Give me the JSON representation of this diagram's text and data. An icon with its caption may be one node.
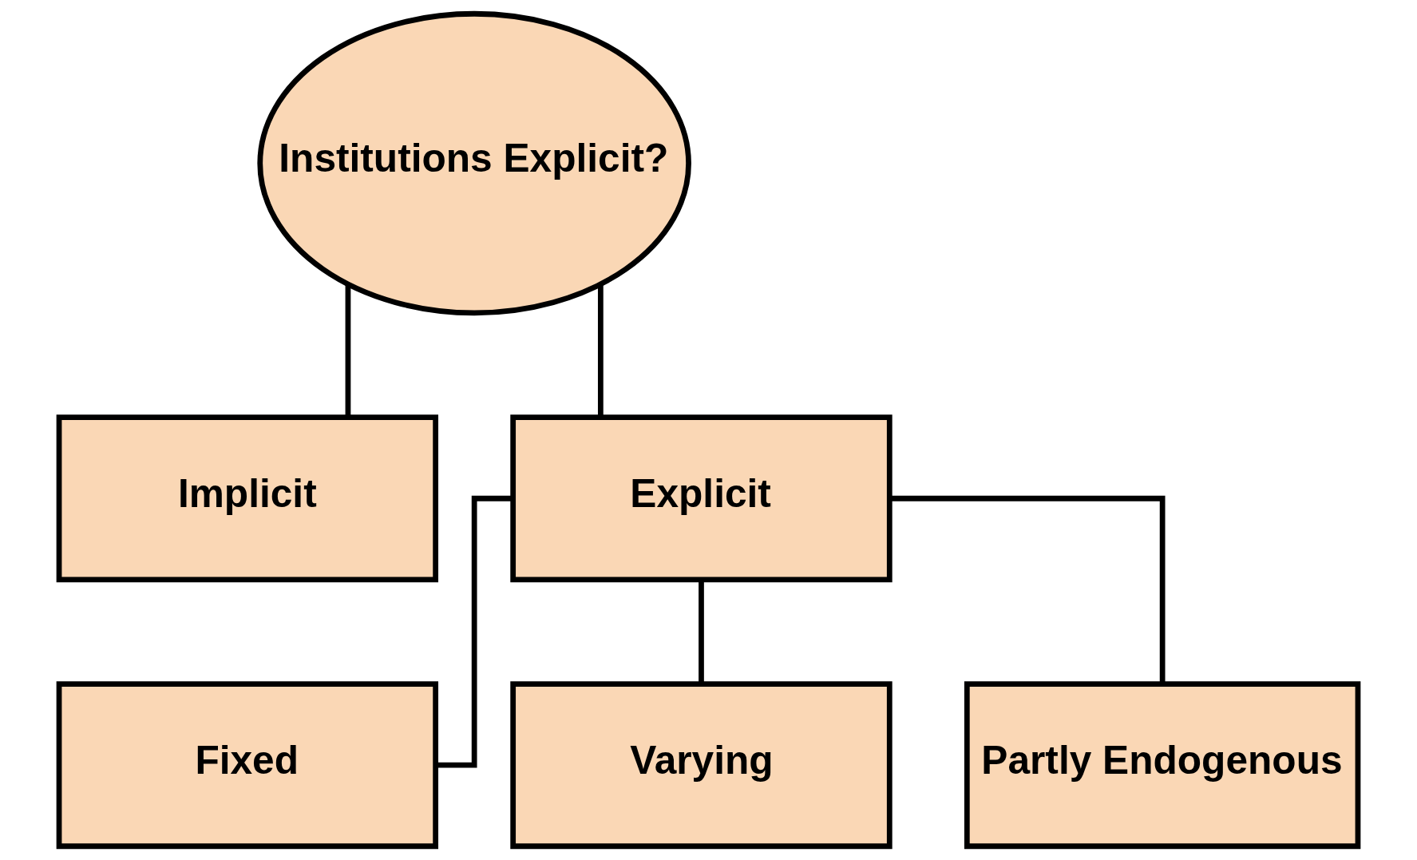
{
  "diagram": {
    "nodes": [
      {
        "text": [
          "Institutions Explicit?"
        ]
      },
      {
        "text": [
          "Implicit"
        ]
      },
      {
        "text": [
          "Explicit"
        ]
      },
      {
        "text": [
          "Fixed"
        ]
      },
      {
        "text": [
          "Varying"
        ]
      },
      {
        "text": [
          "Partly Endogenous"
        ]
      }
    ],
    "edges": [
      {
        "from": 0,
        "to": 1,
        "arrow": "none"
      },
      {
        "from": 0,
        "to": 2,
        "arrow": "none"
      },
      {
        "from": 2,
        "to": 3,
        "arrow": "none"
      },
      {
        "from": 2,
        "to": 4,
        "arrow": "none"
      },
      {
        "from": 2,
        "to": 5,
        "arrow": "none"
      }
    ]
  }
}
